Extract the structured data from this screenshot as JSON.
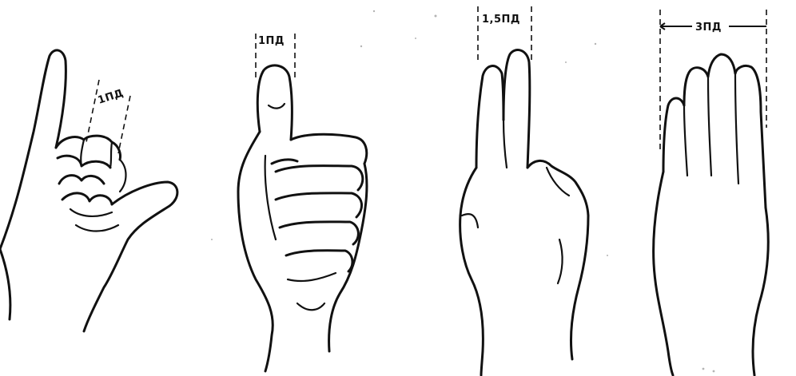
{
  "figures": [
    {
      "gesture": "pinch",
      "label": "1ПД"
    },
    {
      "gesture": "thumb",
      "label": "1ПД"
    },
    {
      "gesture": "two-fingers",
      "label": "1,5ПД"
    },
    {
      "gesture": "four-fingers",
      "label": "3ПД"
    }
  ],
  "colors": {
    "ink": "#111111",
    "paper": "#ffffff"
  }
}
